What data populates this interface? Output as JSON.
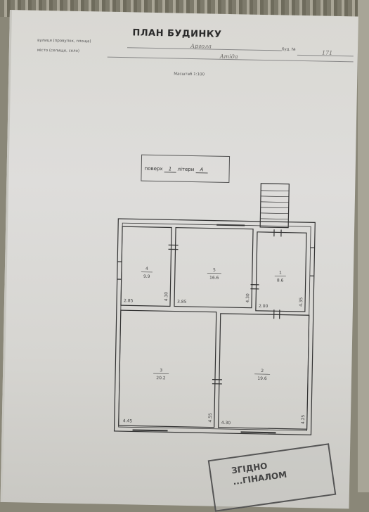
{
  "header": {
    "title": "ПЛАН БУДИНКУ",
    "label_street": "вулиця (провулок, площа)",
    "value_street": "Аргола",
    "label_city": "місто (селище, село)",
    "value_city": "Amiда",
    "label_bud": "буд. №",
    "value_bud": "171",
    "scale": "Масштаб 1:100"
  },
  "floor_stamp": {
    "prefix": "поверх",
    "floor_value": "1",
    "middle": "літери",
    "letter_value": "А"
  },
  "rooms": [
    {
      "number": "4",
      "area": "9.9",
      "dim_w": "2.85",
      "dim_h": "4.30"
    },
    {
      "number": "5",
      "area": "16.6",
      "dim_w": "3.85",
      "dim_h": "4.30"
    },
    {
      "number": "1",
      "area": "8.6",
      "dim_w": "2.00",
      "dim_h": "4.35"
    },
    {
      "number": "3",
      "area": "20.2",
      "dim_w": "4.45",
      "dim_h": "4.55"
    },
    {
      "number": "2",
      "area": "19.6",
      "dim_w": "4.30",
      "dim_h": "4.25"
    }
  ],
  "seal": {
    "line1": "ЗГІДНО",
    "line2": "...ГІНАЛОМ"
  }
}
